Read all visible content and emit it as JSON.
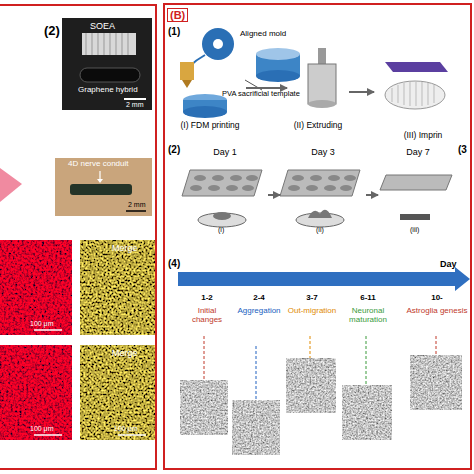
{
  "diagram": {
    "nodes": [
      {
        "text": [
          "(2)"
        ]
      },
      {
        "text": [
          "(B)"
        ]
      },
      {
        "text": [
          "(I) FDM printing"
        ],
        "in": 1
      },
      {
        "text": [
          "(II) Extruding"
        ],
        "in": 1
      },
      {
        "text": [
          "(III) Imprin"
        ],
        "in": 1
      },
      {
        "text": [
          "Day 1"
        ],
        "in": 1
      },
      {
        "text": [
          "Day 3"
        ],
        "in": 1
      },
      {
        "text": [
          "Day 7"
        ],
        "in": 1
      },
      {
        "text": [
          "1-2",
          "Initial changes"
        ],
        "in": 1
      },
      {
        "text": [
          "2-4",
          "Aggregation"
        ],
        "in": 1
      },
      {
        "text": [
          "3-7",
          "Out-migration"
        ],
        "in": 1
      },
      {
        "text": [
          "6-11",
          "Neuronal maturation"
        ],
        "in": 1
      },
      {
        "text": [
          "10-",
          "Astroglia genesis"
        ],
        "in": 1
      }
    ],
    "edges": [
      {
        "from": 2,
        "to": 3,
        "arrow": "to"
      },
      {
        "from": 3,
        "to": 4,
        "arrow": "to"
      },
      {
        "from": 5,
        "to": 6,
        "arrow": "to"
      },
      {
        "from": 6,
        "to": 7,
        "arrow": "to"
      }
    ],
    "labels": [
      "SOEA",
      "Graphene hybrid",
      "2 mm",
      "4D nerve conduit",
      "2 mm",
      "100 μm",
      "Merge",
      "Merge",
      "100 μm",
      "100 μm",
      "(1)",
      "Aligned mold",
      "PVA sacrificial template",
      "(2)",
      "(3",
      "(i)",
      "(ii)",
      "(iii)",
      "(4)",
      "Day"
    ]
  }
}
